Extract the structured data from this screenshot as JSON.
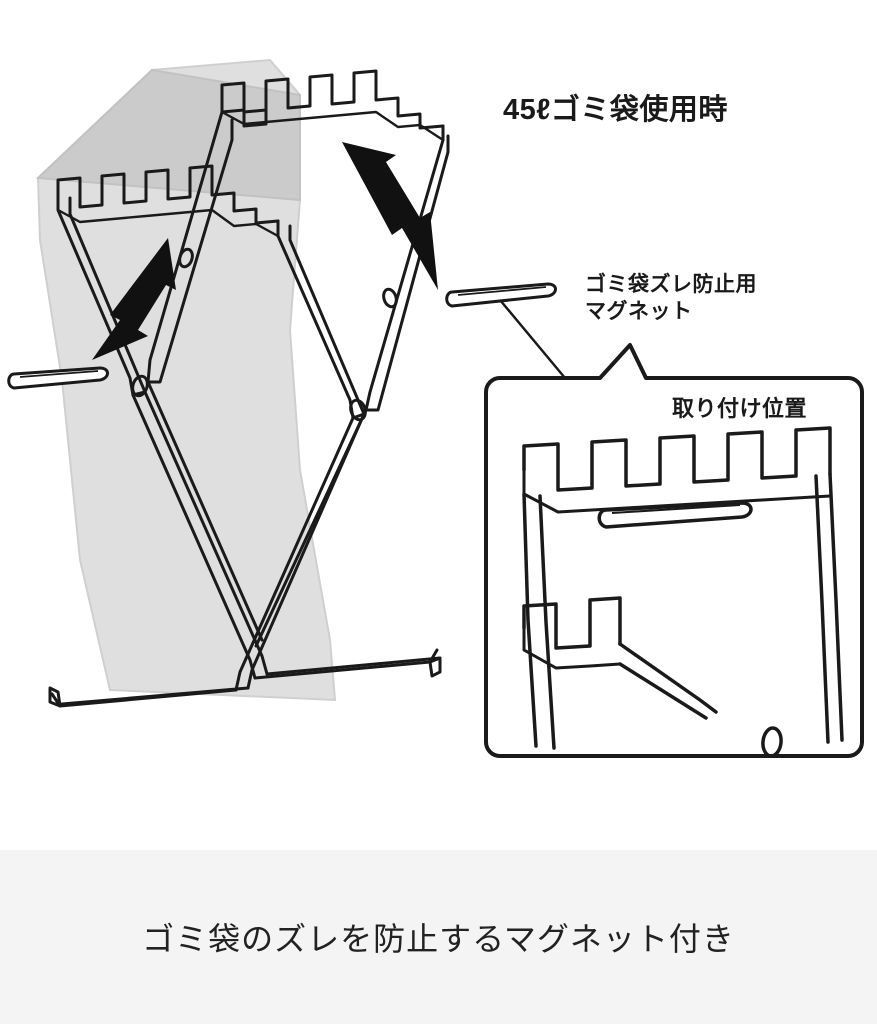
{
  "diagram": {
    "title": "45ℓゴミ袋使用時",
    "magnet_label": "ゴミ袋ズレ防止用\nマグネット",
    "inset_label": "取り付け位置"
  },
  "caption": {
    "text": "ゴミ袋のズレを防止するマグネット付き"
  },
  "colors": {
    "background": "#ffffff",
    "caption_background": "#f4f4f4",
    "line": "#1a1a1a",
    "bag_fill": "#d9d9d9",
    "text": "#1a1a1a"
  }
}
